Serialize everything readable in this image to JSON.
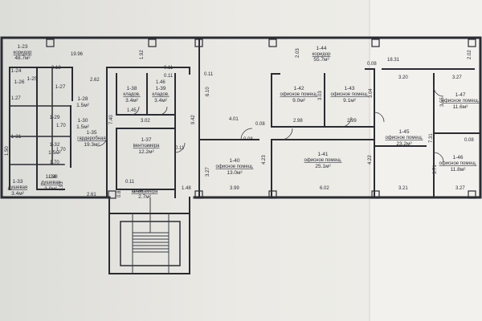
{
  "rooms": [
    {
      "id": "1-23",
      "name": "коридор",
      "area": "48.7м²"
    },
    {
      "id": "1-44",
      "name": "коридор",
      "area": "55.7м²"
    },
    {
      "id": "1-35",
      "name": "гардеробная",
      "area": "19.3м²"
    },
    {
      "id": "1-37",
      "name": "венткамера",
      "area": "12.2м²"
    },
    {
      "id": "1-38",
      "name": "кладов.",
      "area": "3.4м²"
    },
    {
      "id": "1-39",
      "name": "кладов.",
      "area": "3.4м²"
    },
    {
      "id": "1-40",
      "name": "офисное помещ.",
      "area": "13.0м²"
    },
    {
      "id": "1-41",
      "name": "офисное помещ.",
      "area": "25.1м²"
    },
    {
      "id": "1-42",
      "name": "офисное помещ.",
      "area": "9.0м²"
    },
    {
      "id": "1-43",
      "name": "офисное помещ.",
      "area": "9.1м²"
    },
    {
      "id": "1-45",
      "name": "офисное помещ.",
      "area": "23.2м²"
    },
    {
      "id": "1-46",
      "name": "офисное помещ.",
      "area": "11.8м²"
    },
    {
      "id": "1-47",
      "name": "офисное помещ.",
      "area": "11.6м²"
    },
    {
      "id": "1-36",
      "name": "венткамера",
      "area": "2.7м²"
    },
    {
      "id": "1-34",
      "name": "душевая",
      "area": "3.0м²"
    },
    {
      "id": "1-28",
      "name": "",
      "area": "1.5м²"
    },
    {
      "id": "1-30",
      "name": "",
      "area": "1.5м²"
    },
    {
      "id": "1-32",
      "name": "",
      "area": "1.5м²"
    },
    {
      "id": "1-33",
      "name": "душевая",
      "area": "3.4м²"
    }
  ],
  "dimensions": [
    "19.96",
    "2.62",
    "1.92",
    "0.11",
    "0.11",
    "1.45",
    "3.02",
    "7.40",
    "9.42",
    "6.10",
    "4.01",
    "0.08",
    "0.08",
    "3.27",
    "3.99",
    "4.23",
    "6.02",
    "2.98",
    "2.99",
    "3.03",
    "3.04",
    "4.22",
    "18.31",
    "3.20",
    "3.27",
    "3.55",
    "7.31",
    "3.71",
    "3.21",
    "3.27",
    "0.08",
    "0.08",
    "2.03",
    "2.02",
    "2.61",
    "1.48",
    "1.93",
    "1.27",
    "1.50",
    "0.13",
    "1.70",
    "1.70",
    "1.70",
    "0.11",
    "0.11",
    "0.81",
    "0.11",
    "1.46",
    "1.38"
  ],
  "small_labels": [
    "1-25",
    "1-26",
    "1-27",
    "1-29",
    "1-31",
    "1-24"
  ]
}
